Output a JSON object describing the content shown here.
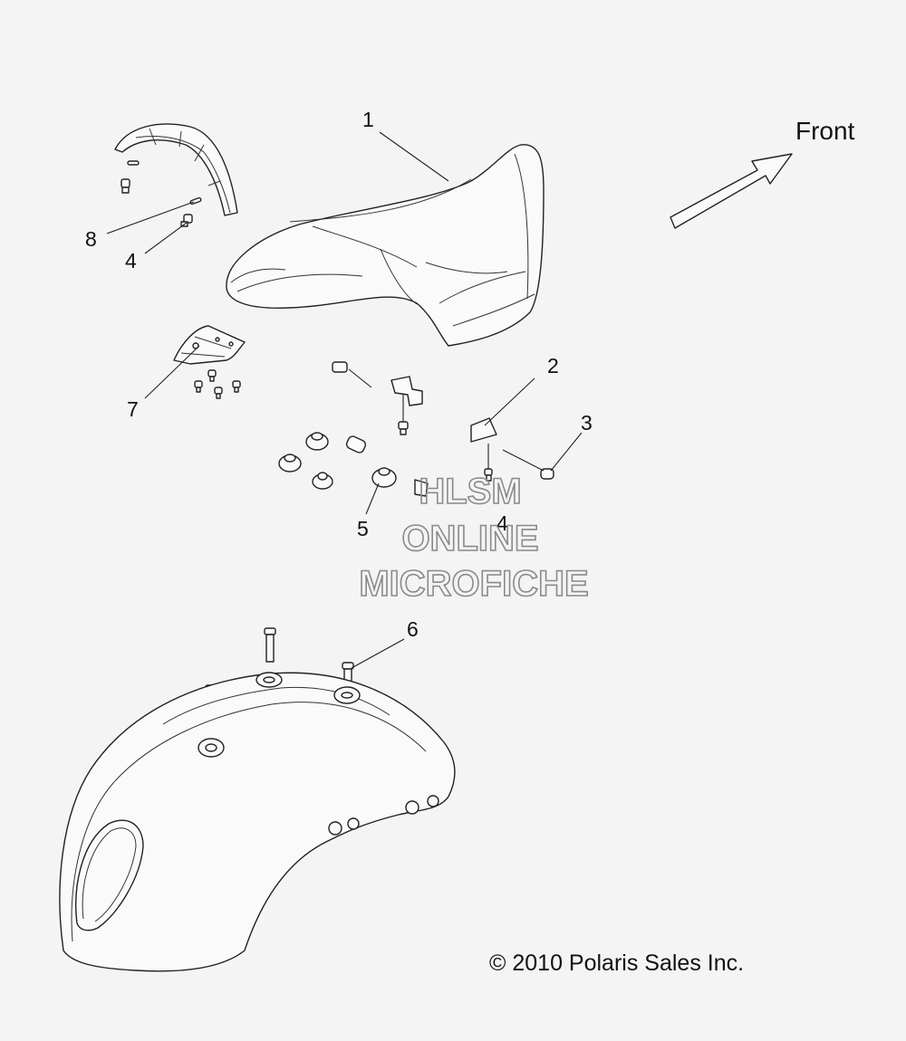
{
  "direction": {
    "label": "Front"
  },
  "callouts": [
    {
      "id": "1",
      "label": "1"
    },
    {
      "id": "2",
      "label": "2"
    },
    {
      "id": "3",
      "label": "3"
    },
    {
      "id": "4a",
      "label": "4"
    },
    {
      "id": "4b",
      "label": "4"
    },
    {
      "id": "5",
      "label": "5"
    },
    {
      "id": "6",
      "label": "6"
    },
    {
      "id": "7",
      "label": "7"
    },
    {
      "id": "8",
      "label": "8"
    }
  ],
  "watermark": {
    "line1": "HLSM",
    "line2": "ONLINE",
    "line3": "MICROFICHE",
    "color": "#8a8a8a"
  },
  "copyright": "© 2010 Polaris Sales Inc."
}
